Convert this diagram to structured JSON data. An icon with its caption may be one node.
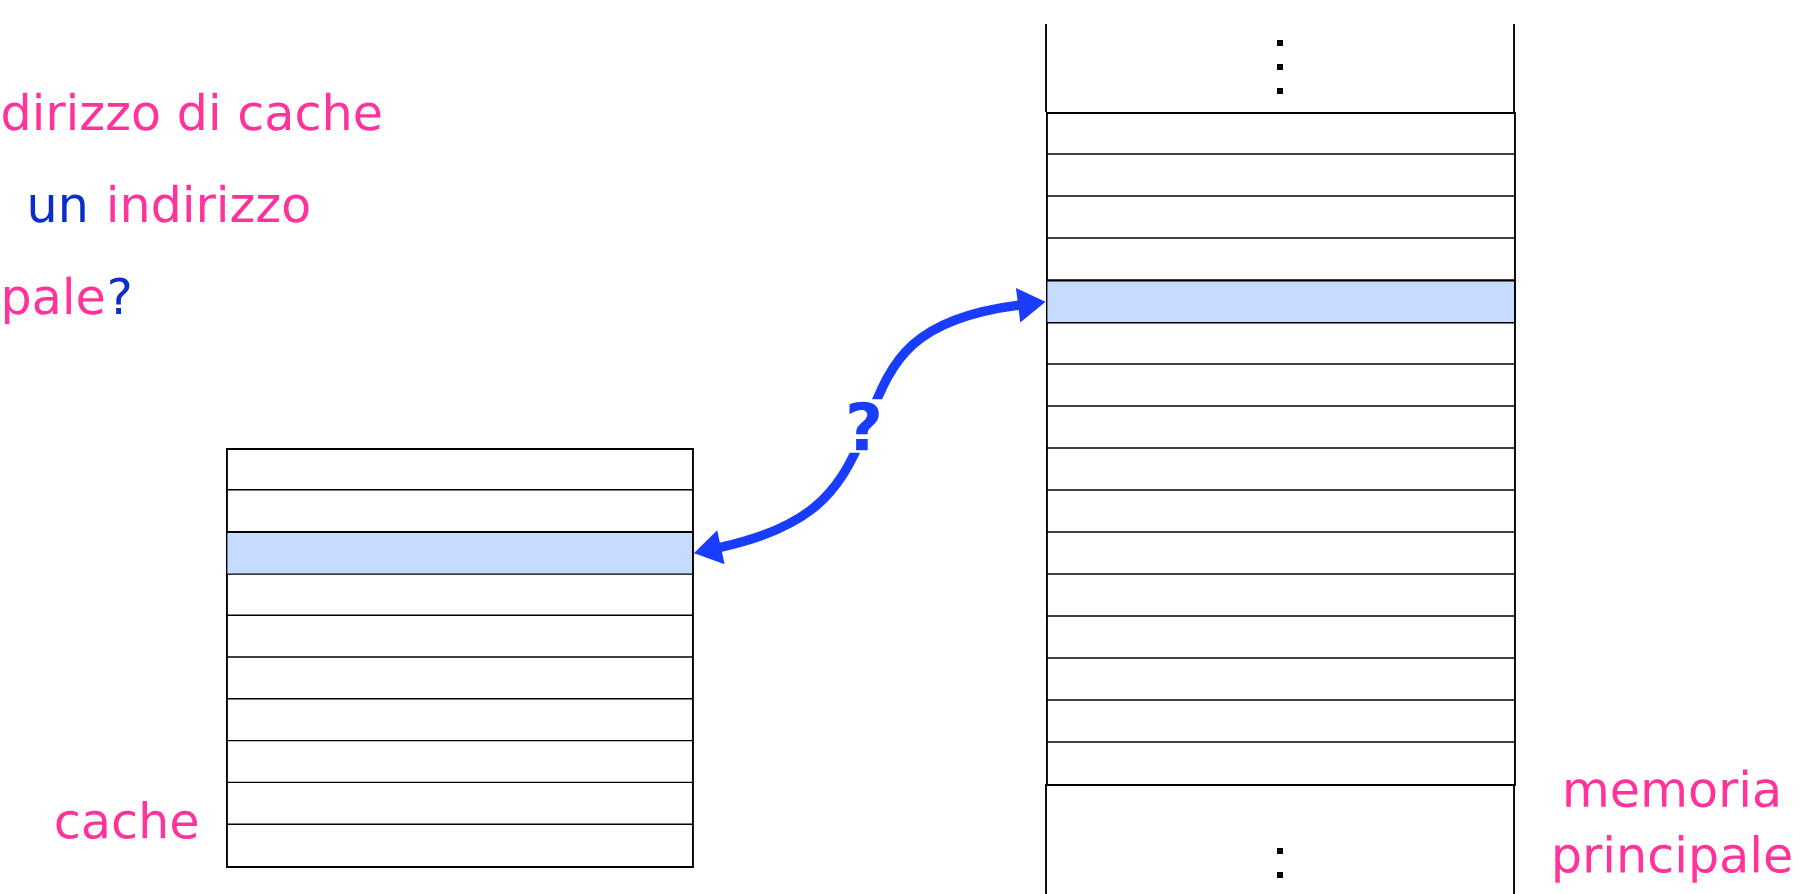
{
  "diagram": {
    "nodes": [
      {
        "text": [],
        "shape": "box",
        "beside": [
          "cache"
        ]
      },
      {
        "text": [],
        "shape": "bar",
        "in": 0
      },
      {
        "text": [],
        "shape": "box",
        "beside": [
          "memoria principale"
        ]
      },
      {
        "text": [],
        "shape": "bar",
        "in": 2
      }
    ],
    "edges": [
      {
        "from": 3,
        "to": 1,
        "arrow": "both",
        "label": "?",
        "color": "#1a3cff"
      }
    ],
    "labels": [
      "dirizzo di cache",
      "un",
      "indirizzo",
      "pale",
      "?"
    ]
  }
}
